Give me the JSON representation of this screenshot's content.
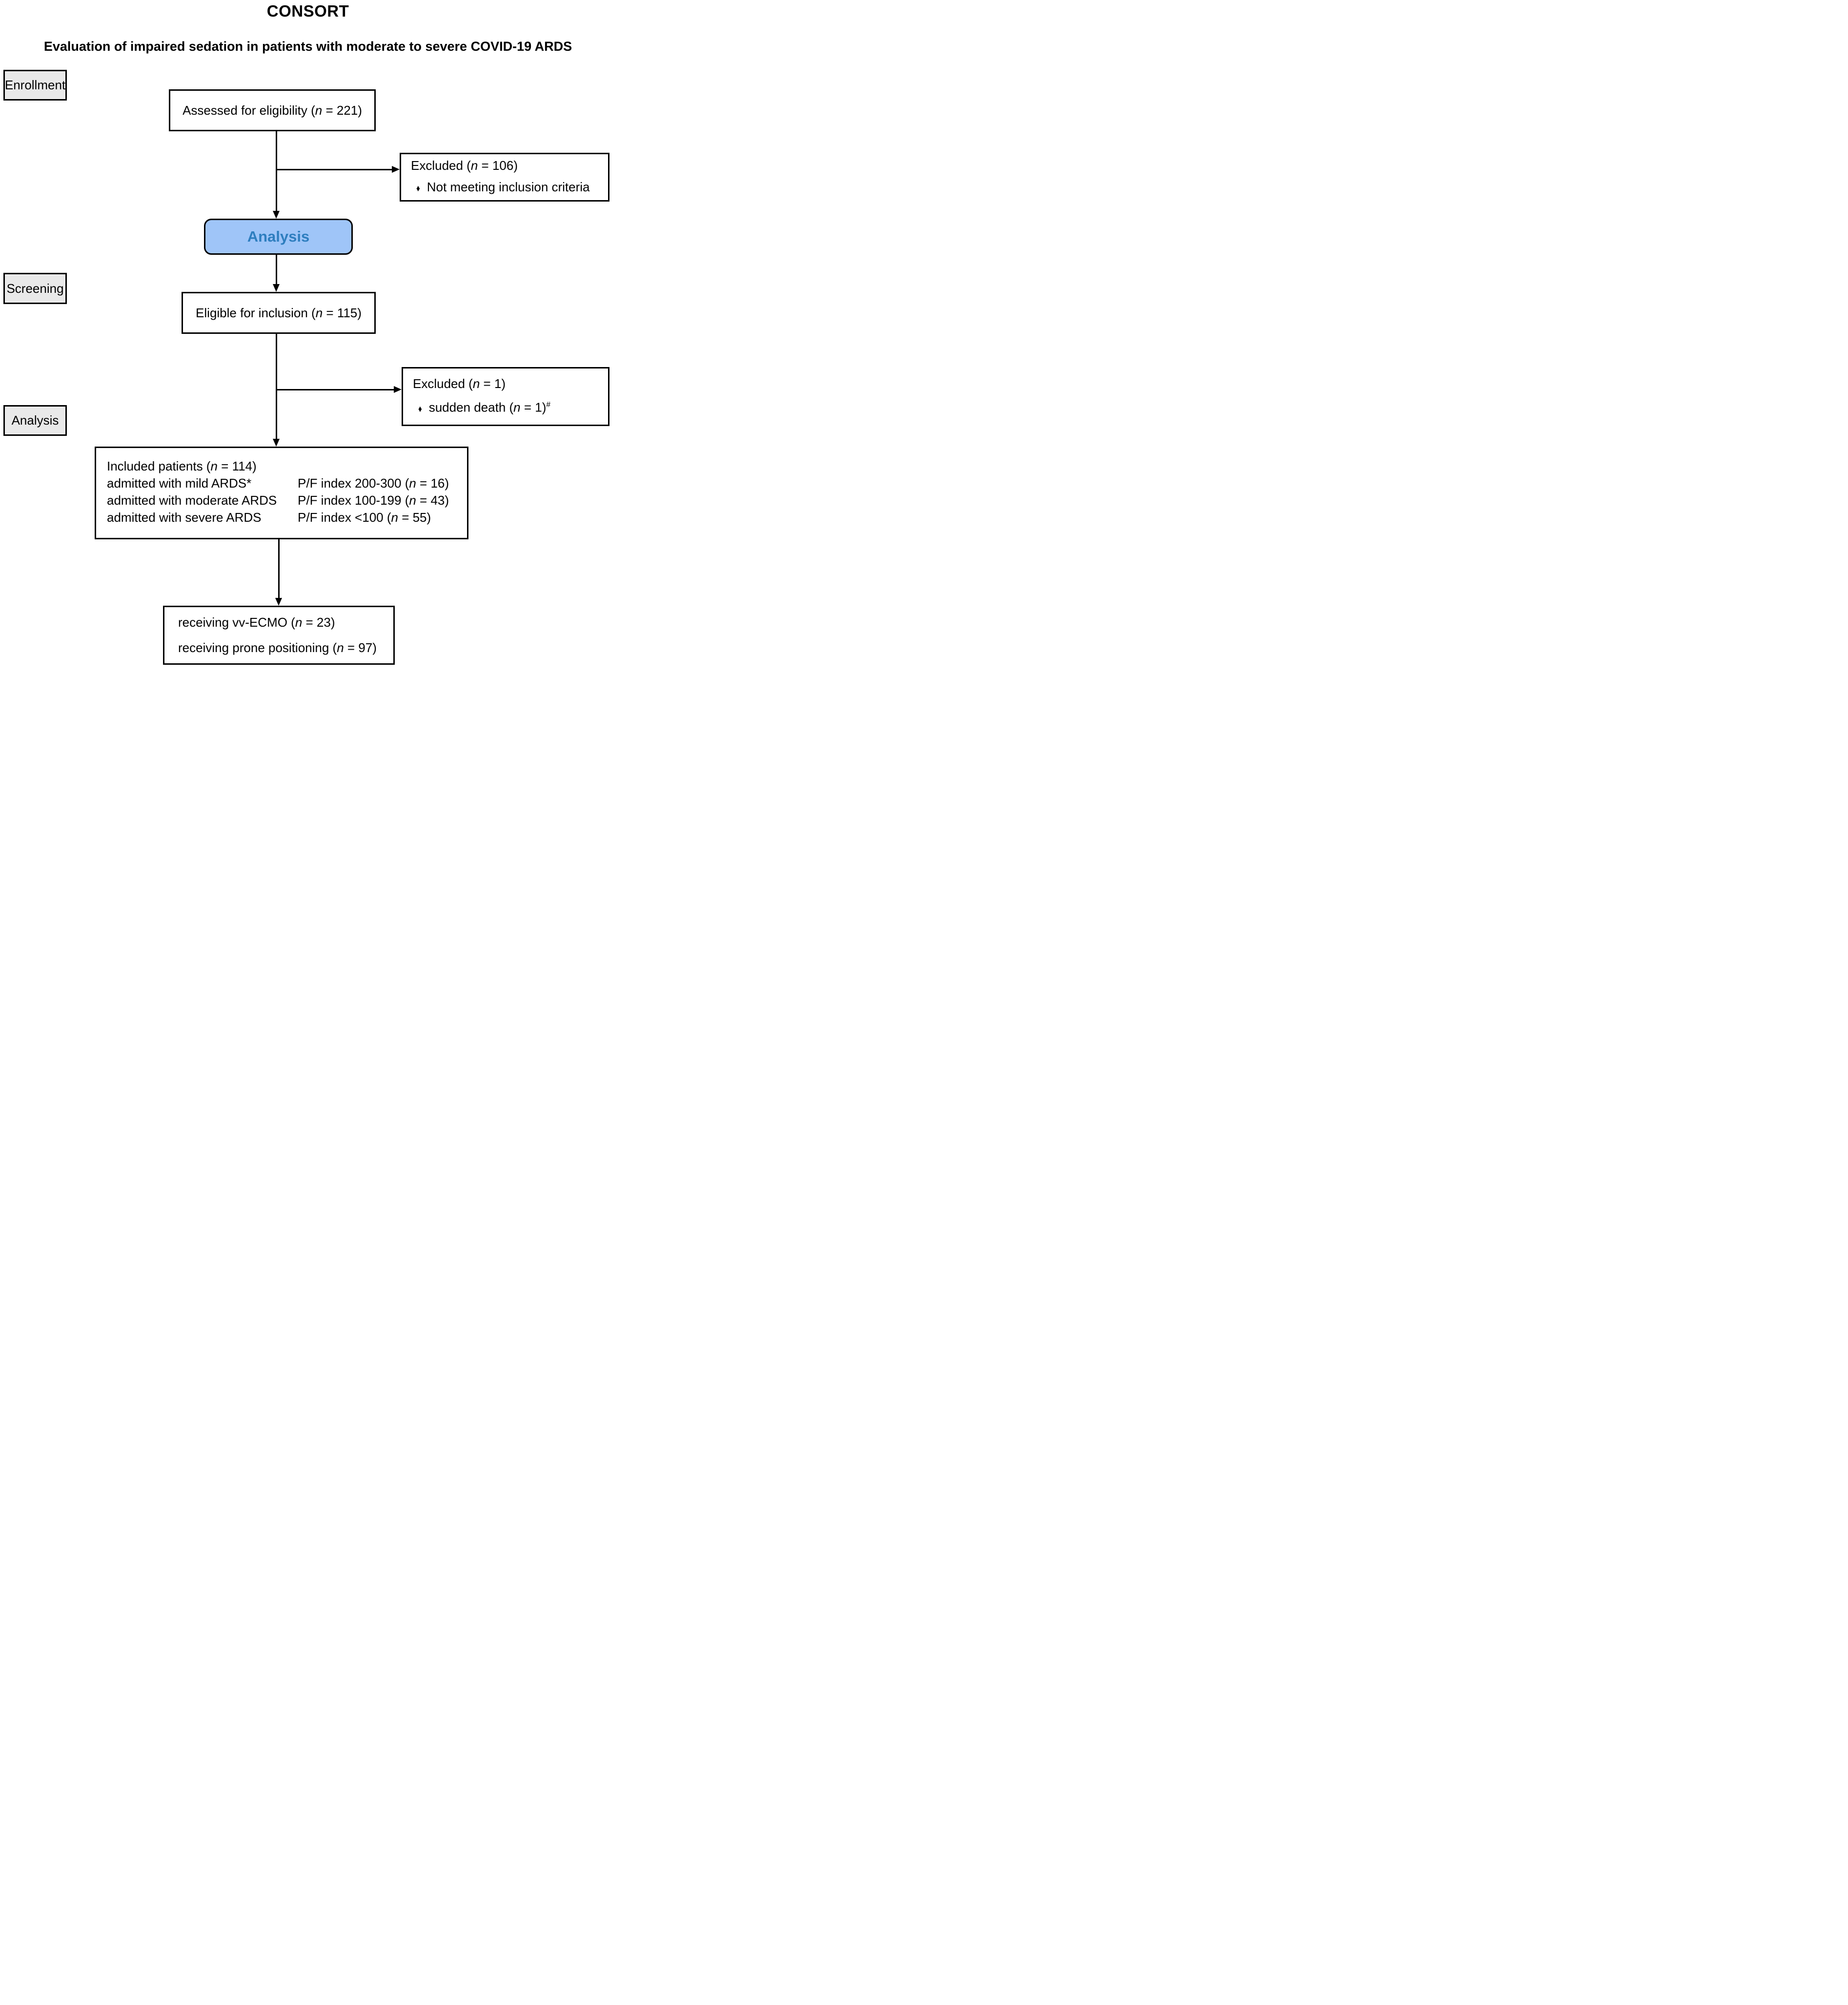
{
  "title": "CONSORT",
  "subtitle": "Evaluation of impaired sedation in patients with moderate to severe COVID-19 ARDS",
  "stages": {
    "enrollment": "Enrollment",
    "screening": "Screening",
    "analysis": "Analysis"
  },
  "bullet_glyph": "♦",
  "boxes": {
    "assessed": {
      "text": "Assessed for eligibility (*n* = 221)"
    },
    "excluded_1": {
      "title": "Excluded (*n* = 106)",
      "bullet": "Not meeting inclusion criteria"
    },
    "analysis_node": {
      "label": "Analysis"
    },
    "eligible": {
      "text": "Eligible for inclusion (*n* = 115)"
    },
    "excluded_2": {
      "title": "Excluded (*n* = 1)",
      "bullet": "sudden death (*n* = 1)^#^"
    },
    "included": {
      "line1": "Included patients (*n* = 114)",
      "rows": [
        {
          "left": "admitted with mild ARDS*",
          "right": "P/F index 200-300 (*n* = 16)"
        },
        {
          "left": "admitted with moderate ARDS",
          "right": "P/F index 100-199 (*n* = 43)"
        },
        {
          "left": "admitted with severe ARDS",
          "right": "P/F index <100 (*n* = 55)"
        }
      ]
    },
    "outcome": {
      "line1": "receiving vv-ECMO (*n* = 23)",
      "line2": "receiving prone positioning (*n* = 97)"
    }
  },
  "colors": {
    "analysis_fill": "#9fc5f8",
    "analysis_text": "#2e7ebf",
    "stage_fill": "#e9e9e9",
    "line_color": "#000000"
  }
}
